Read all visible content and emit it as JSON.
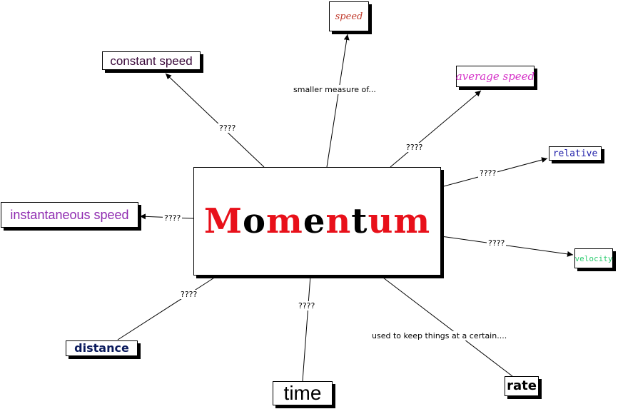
{
  "center": {
    "title_letters": [
      {
        "ch": "M",
        "color": "#e8101a"
      },
      {
        "ch": "o",
        "color": "#000000"
      },
      {
        "ch": "m",
        "color": "#e8101a"
      },
      {
        "ch": "e",
        "color": "#000000"
      },
      {
        "ch": "n",
        "color": "#e8101a"
      },
      {
        "ch": "t",
        "color": "#000000"
      },
      {
        "ch": "u",
        "color": "#e8101a"
      },
      {
        "ch": "m",
        "color": "#e8101a"
      }
    ]
  },
  "nodes": {
    "speed": "speed",
    "constant_speed": "constant speed",
    "average_speed": "average speed",
    "relative": "relative",
    "instantaneous_speed": "instantaneous speed",
    "velocity": "velocity",
    "distance": "distance",
    "time": "time",
    "rate": "rate"
  },
  "edge_labels": {
    "speed": "smaller measure of...",
    "constant_speed": "????",
    "average_speed": "????",
    "relative": "????",
    "instantaneous_speed": "????",
    "velocity": "????",
    "distance": "????",
    "time": "????",
    "rate": "used to keep things at a certain...."
  }
}
